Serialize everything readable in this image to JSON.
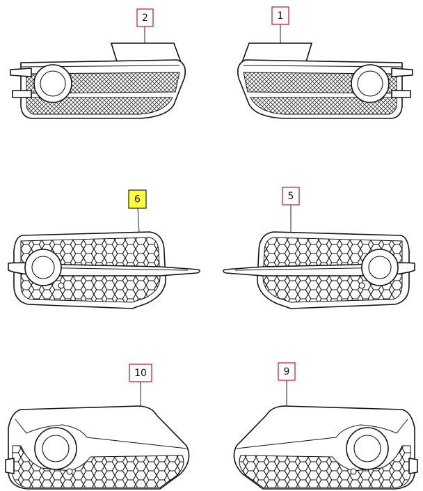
{
  "parts": [
    {
      "id": "part-2",
      "label": "2",
      "highlighted": false
    },
    {
      "id": "part-1",
      "label": "1",
      "highlighted": false
    },
    {
      "id": "part-6",
      "label": "6",
      "highlighted": true
    },
    {
      "id": "part-5",
      "label": "5",
      "highlighted": false
    },
    {
      "id": "part-10",
      "label": "10",
      "highlighted": false
    },
    {
      "id": "part-9",
      "label": "9",
      "highlighted": false
    }
  ],
  "colors": {
    "callout_border": "#c8102e",
    "highlight_fill": "#ffff3c",
    "line": "#111111"
  }
}
